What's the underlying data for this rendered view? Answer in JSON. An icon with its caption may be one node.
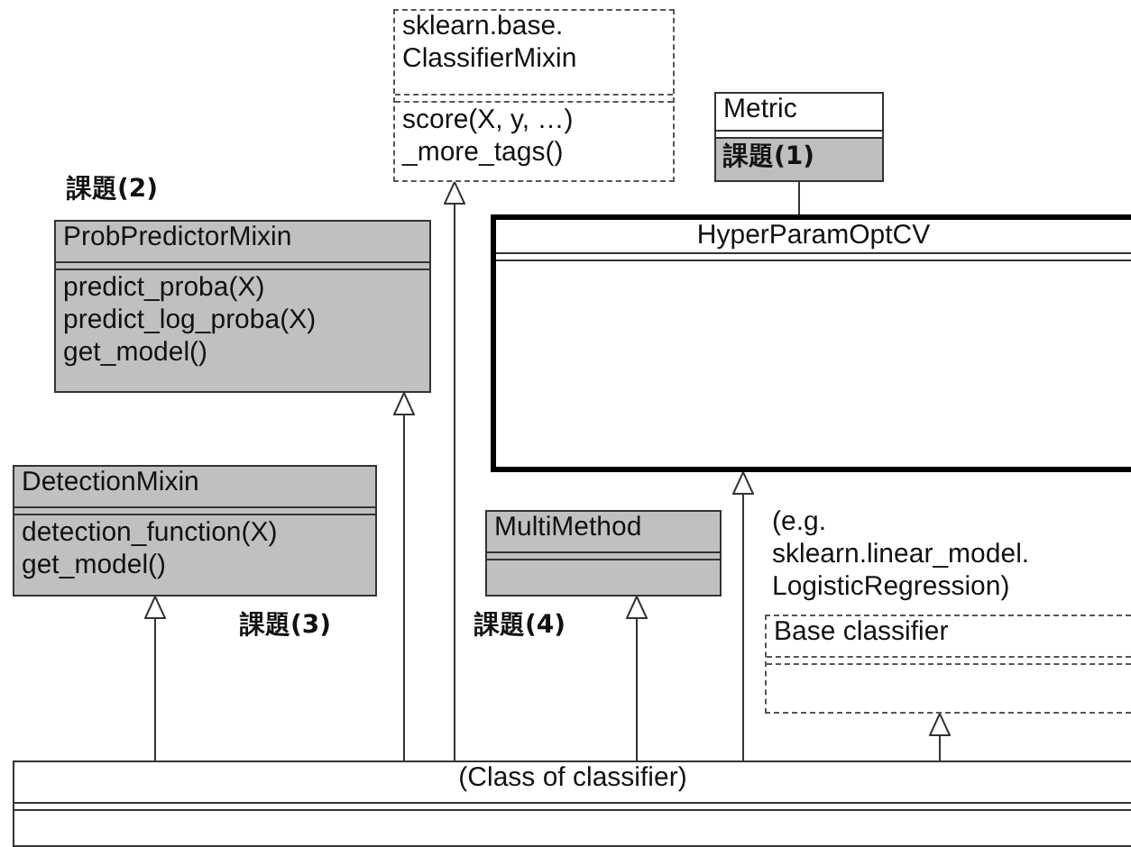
{
  "diagram": {
    "nodes": [
      {
        "text": [
          "sklearn.base. ClassifierMixin",
          "score(X, y, …)",
          "_more_tags()"
        ]
      },
      {
        "text": [
          "Metric",
          "課題(1)"
        ]
      },
      {
        "text": [
          "ProbPredictorMixin",
          "predict_proba(X)",
          "predict_log_proba(X)",
          "get_model()"
        ],
        "beside": [
          "課題(2)"
        ]
      },
      {
        "text": [
          "HyperParamOptCV"
        ]
      },
      {
        "text": [
          "DetectionMixin",
          "detection_function(X)",
          "get_model()"
        ],
        "beside": [
          "課題(3)"
        ]
      },
      {
        "text": [
          "MultiMethod"
        ],
        "beside": [
          "課題(4)"
        ]
      },
      {
        "text": [
          "Base classifier"
        ],
        "beside": [
          "(e.g. sklearn.linear_model. LogisticRegression)"
        ]
      },
      {
        "text": [
          "(Class of classifier)"
        ]
      }
    ],
    "edges": [
      {
        "from": 1,
        "to": 3,
        "arrow": "none"
      },
      {
        "from": 7,
        "to": 4,
        "arrow": "to"
      },
      {
        "from": 7,
        "to": 2,
        "arrow": "to"
      },
      {
        "from": 7,
        "to": 0,
        "arrow": "to"
      },
      {
        "from": 7,
        "to": 5,
        "arrow": "to"
      },
      {
        "from": 7,
        "to": 3,
        "arrow": "to"
      },
      {
        "from": 7,
        "to": 6,
        "arrow": "to"
      }
    ]
  }
}
